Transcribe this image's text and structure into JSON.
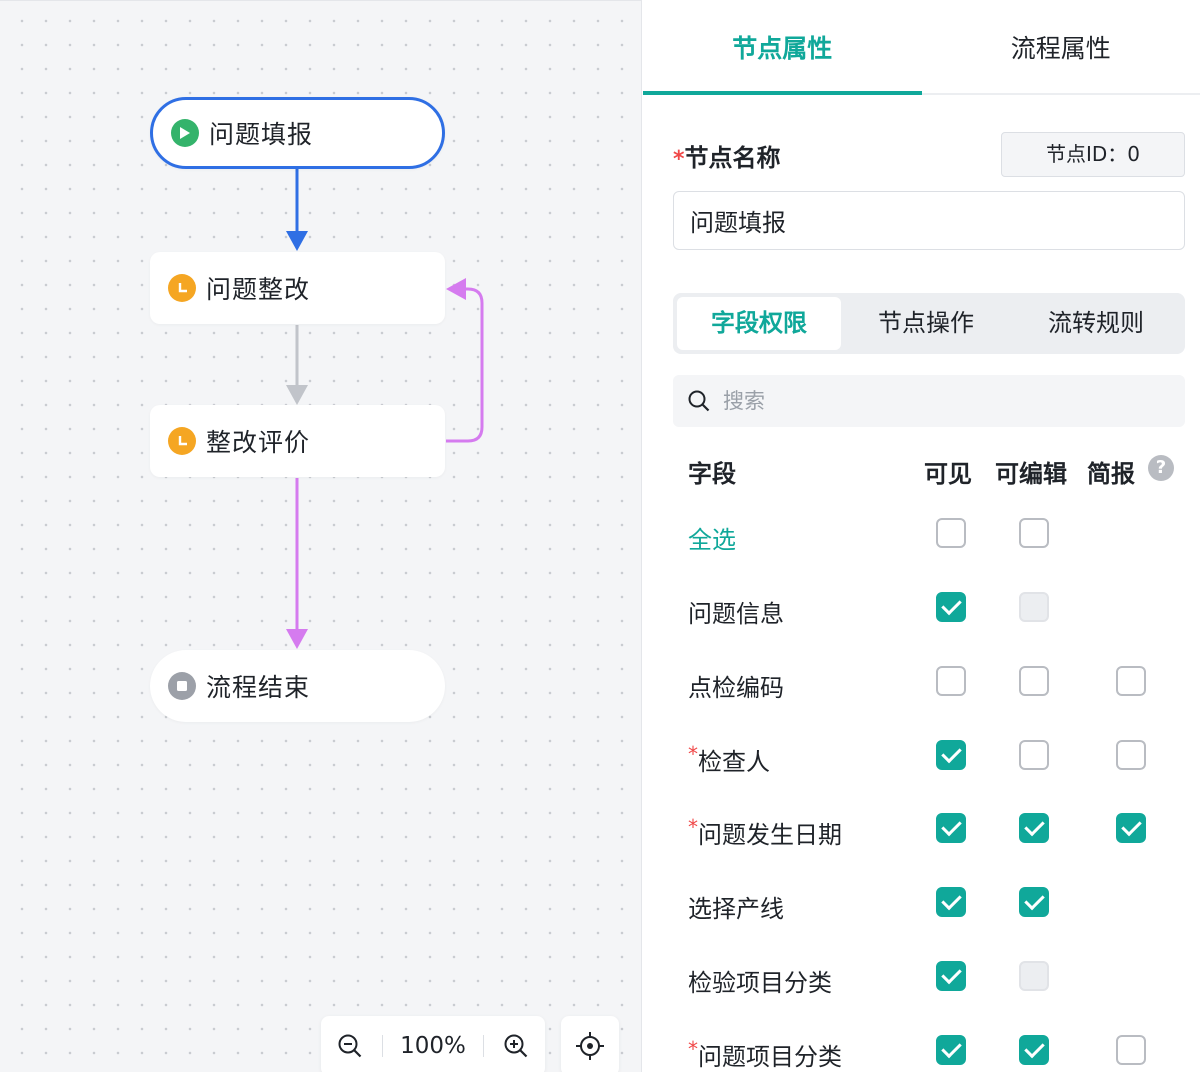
{
  "flow": {
    "nodes": [
      {
        "label": "问题填报",
        "type": "start",
        "icon": "play-icon"
      },
      {
        "label": "问题整改",
        "type": "task",
        "icon": "clock-icon"
      },
      {
        "label": "整改评价",
        "type": "task",
        "icon": "clock-icon"
      },
      {
        "label": "流程结束",
        "type": "end",
        "icon": "stop-icon"
      }
    ],
    "colors": {
      "selected": "#2f6fe4",
      "edge_default": "#c1c4ca",
      "edge_return": "#d57bef",
      "start": "#34b36b",
      "task": "#f5a623",
      "end": "#9ca0a8"
    }
  },
  "zoom": {
    "value": "100%"
  },
  "panel": {
    "tabs": [
      "节点属性",
      "流程属性"
    ],
    "active_tab": "节点属性",
    "node_name_label": "节点名称",
    "node_id": "节点ID：0",
    "node_name_value": "问题填报",
    "sub_tabs": [
      "字段权限",
      "节点操作",
      "流转规则"
    ],
    "search_placeholder": "搜索",
    "columns": {
      "field": "字段",
      "visible": "可见",
      "editable": "可编辑",
      "brief": "简报"
    },
    "select_all": "全选",
    "accent": "#10a89a",
    "rows": [
      {
        "label": "问题信息",
        "required": false,
        "visible": "checked",
        "editable": "disabled",
        "brief": "none"
      },
      {
        "label": "点检编码",
        "required": false,
        "visible": "unchecked",
        "editable": "unchecked",
        "brief": "unchecked"
      },
      {
        "label": "检查人",
        "required": true,
        "visible": "checked",
        "editable": "unchecked",
        "brief": "unchecked"
      },
      {
        "label": "问题发生日期",
        "required": true,
        "visible": "checked",
        "editable": "checked",
        "brief": "checked"
      },
      {
        "label": "选择产线",
        "required": false,
        "visible": "checked",
        "editable": "checked",
        "brief": "none"
      },
      {
        "label": "检验项目分类",
        "required": false,
        "visible": "checked",
        "editable": "disabled",
        "brief": "none"
      },
      {
        "label": "问题项目分类",
        "required": true,
        "visible": "checked",
        "editable": "checked",
        "brief": "unchecked"
      }
    ]
  }
}
